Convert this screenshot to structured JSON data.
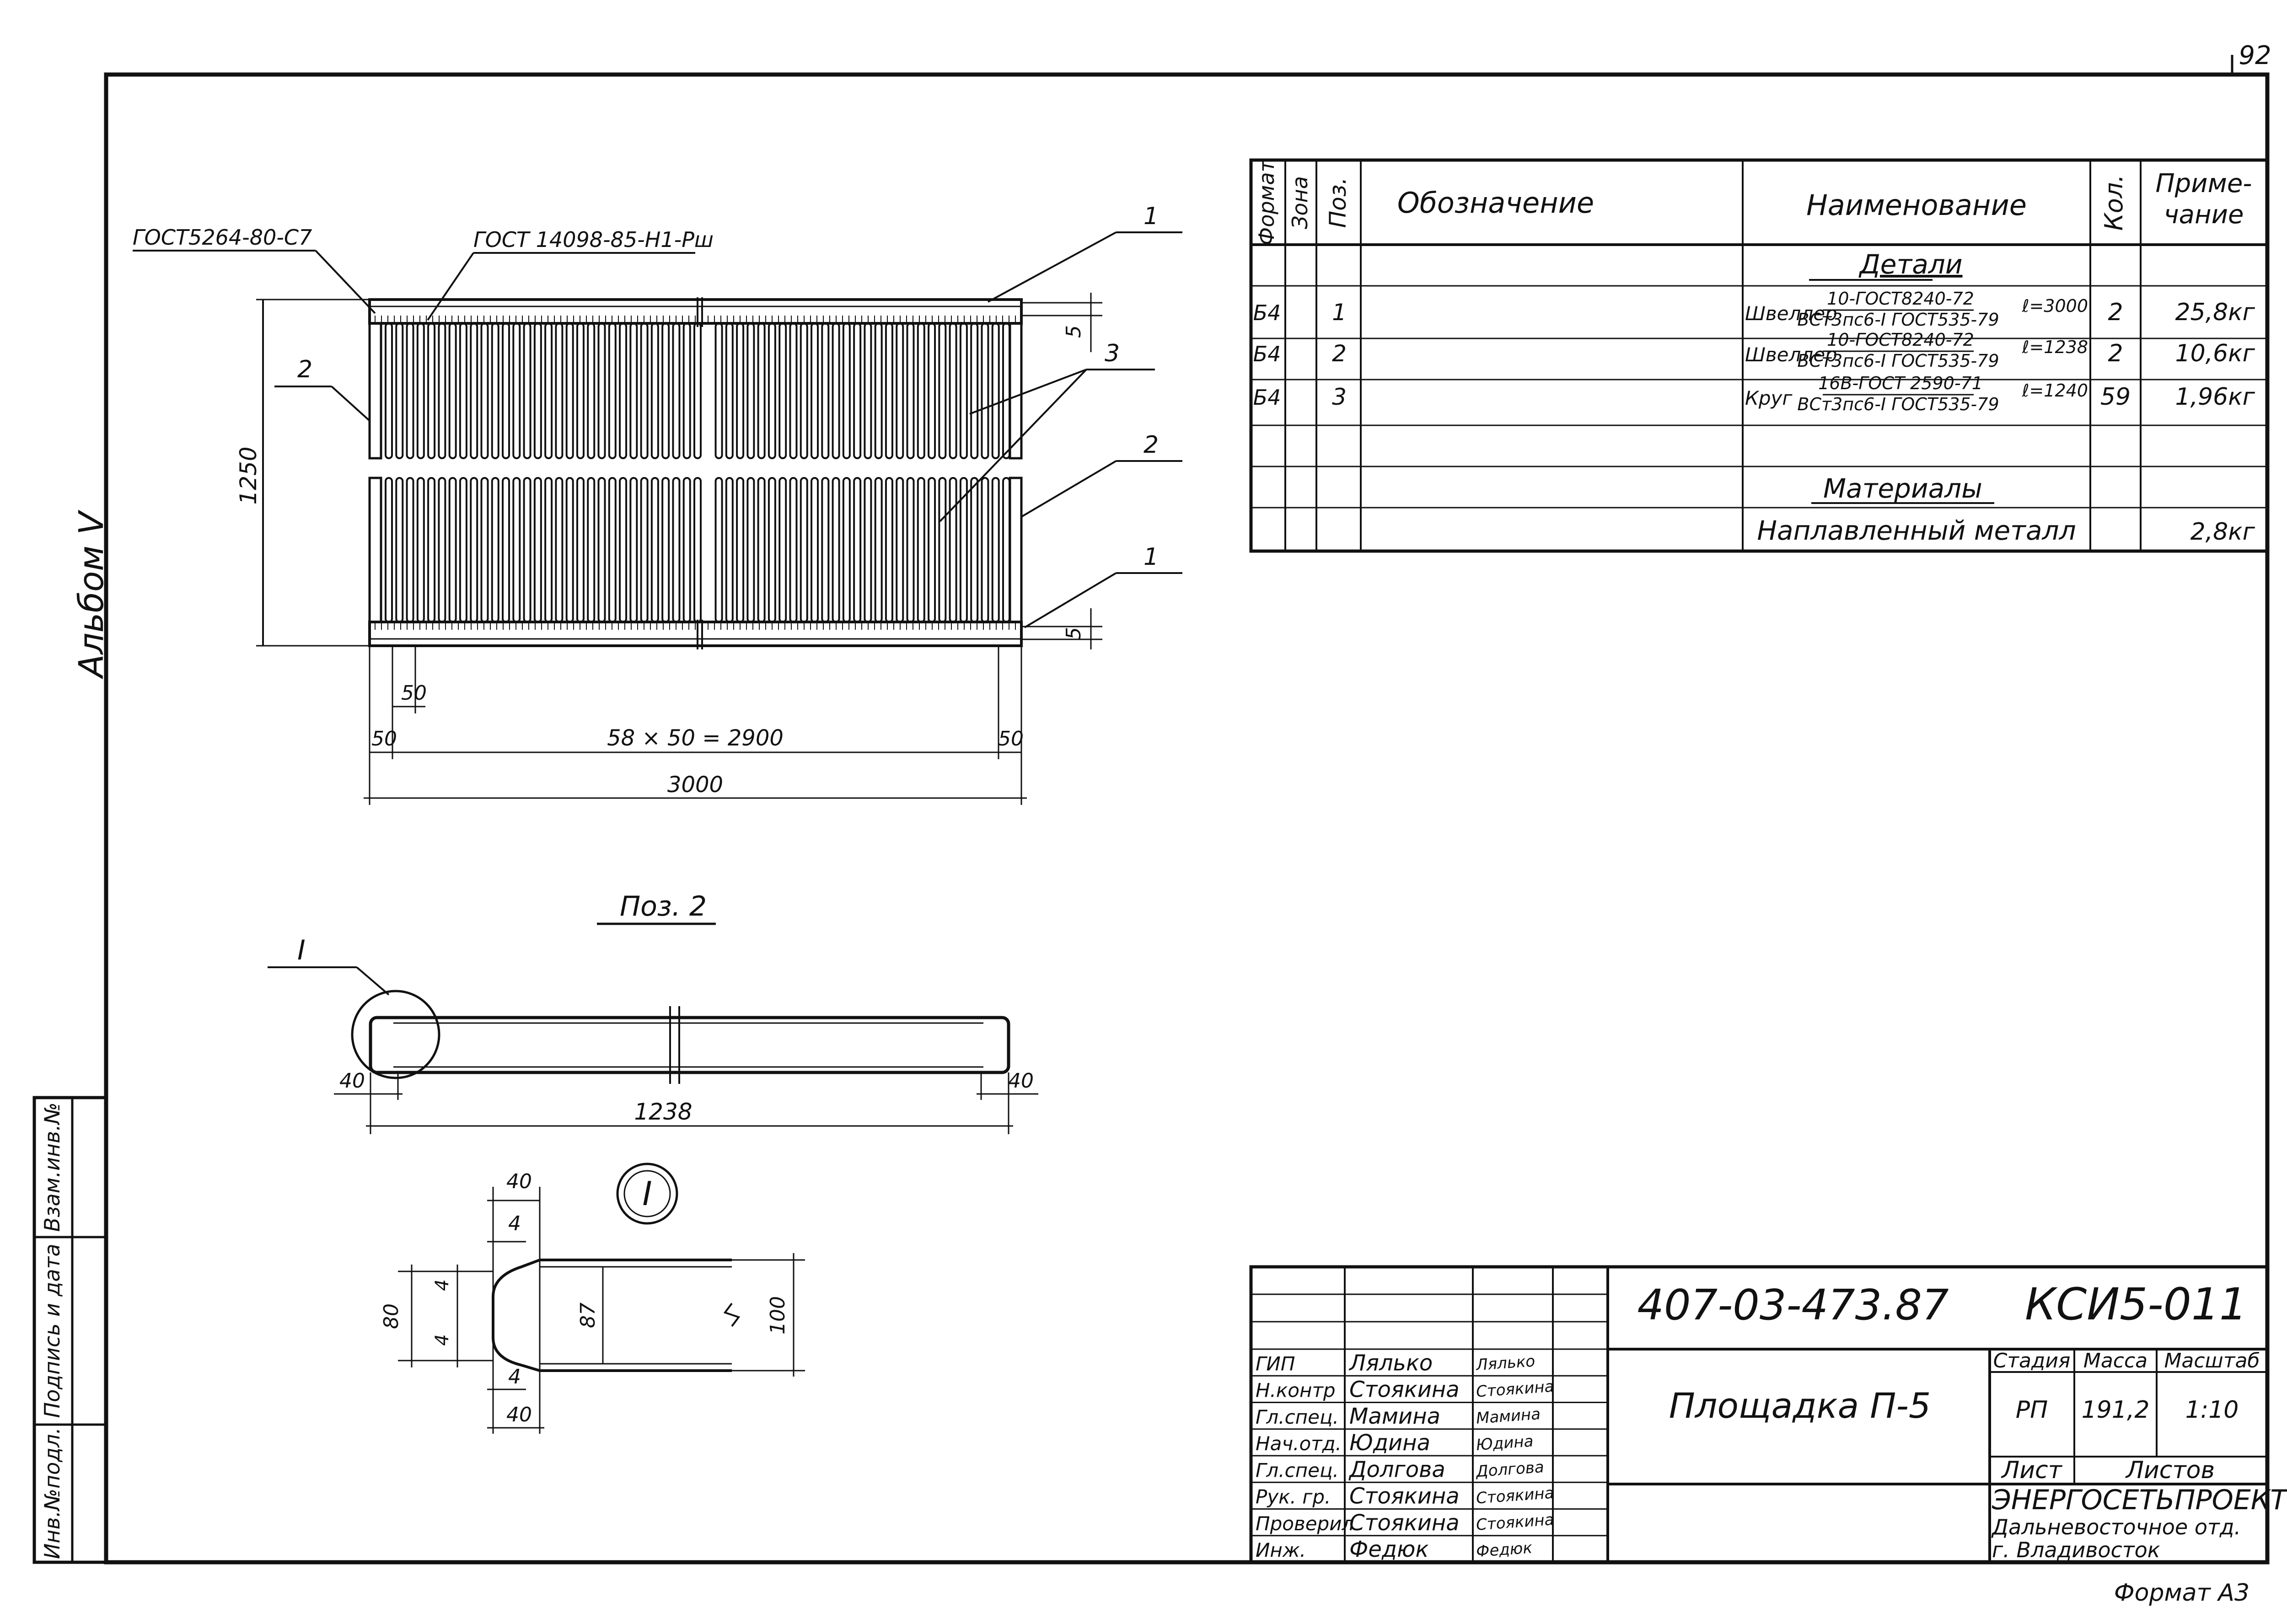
{
  "sheet": {
    "page_number": "92",
    "album": "Альбом V",
    "format_label": "Формат А3"
  },
  "left_strip": {
    "inv_no_sub": "Инв.№подл.",
    "sign_date": "Подпись и дата",
    "replace_inv": "Взам.инв.№"
  },
  "plan_view": {
    "gost_weld_1": "ГОСТ5264-80-С7",
    "gost_weld_2": "ГОСТ 14098-85-Н1-Рш",
    "height_dim": "1250",
    "dim_5_top": "5",
    "dim_5_bottom": "5",
    "dim_50_pitch": "50",
    "dim_50_left": "50",
    "dim_50_right": "50",
    "dim_span": "58 × 50 = 2900",
    "dim_total": "3000",
    "callout_1_top": "1",
    "callout_3": "3",
    "callout_2_left": "2",
    "callout_2_right": "2",
    "callout_1_bottom": "1",
    "bar_count": 59
  },
  "pos2_view": {
    "title": "Поз. 2",
    "detail_mark": "I",
    "dim_40_left": "40",
    "dim_40_right": "40",
    "dim_length": "1238"
  },
  "detail_I": {
    "mark": "I",
    "dim_40_top": "40",
    "dim_4_top": "4",
    "dim_80": "80",
    "dim_4_a": "4",
    "dim_4_b": "4",
    "dim_87": "87",
    "dim_100": "100",
    "dim_4_bottom": "4",
    "dim_40_bottom": "40"
  },
  "spec_table": {
    "headers": {
      "format": "Формат",
      "zone": "Зона",
      "pos": "Поз.",
      "designation": "Обозначение",
      "name": "Наименование",
      "qty": "Кол.",
      "note": "Приме-\nчание"
    },
    "section_details": "Детали",
    "rows": [
      {
        "format": "Б4",
        "pos": "1",
        "name_prefix": "Швеллер",
        "name_top": "10-ГОСТ8240-72",
        "name_bottom": "ВСт3пс6-I ГОСТ535-79",
        "length": "ℓ=3000",
        "qty": "2",
        "note": "25,8кг"
      },
      {
        "format": "Б4",
        "pos": "2",
        "name_prefix": "Швеллер",
        "name_top": "10-ГОСТ8240-72",
        "name_bottom": "ВСт3пс6-I ГОСТ535-79",
        "length": "ℓ=1238",
        "qty": "2",
        "note": "10,6кг"
      },
      {
        "format": "Б4",
        "pos": "3",
        "name_prefix": "Круг",
        "name_top": "16В-ГОСТ 2590-71",
        "name_bottom": "ВСт3пс6-I ГОСТ535-79",
        "length": "ℓ=1240",
        "qty": "59",
        "note": "1,96кг"
      }
    ],
    "section_materials": "Материалы",
    "material_row": {
      "name": "Наплавленный металл",
      "note": "2,8кг"
    }
  },
  "title_block": {
    "doc_code": "407-03-473.87",
    "drawing_code": "КСИ5-011",
    "title": "Площадка П-5",
    "stage_label": "Стадия",
    "mass_label": "Масса",
    "scale_label": "Масштаб",
    "stage": "РП",
    "mass": "191,2",
    "scale": "1:10",
    "sheet_label": "Лист",
    "sheets_label": "Листов",
    "org_1": "ЭНЕРГОСЕТЬПРОЕКТ",
    "org_2": "Дальневосточное отд.",
    "org_3": "г. Владивосток",
    "signatories": [
      {
        "role": "ГИП",
        "name": "Лялько",
        "sign": "Лялько"
      },
      {
        "role": "Н.контр",
        "name": "Стоякина",
        "sign": "Стоякина"
      },
      {
        "role": "Гл.спец.",
        "name": "Мамина",
        "sign": "Мамина"
      },
      {
        "role": "Нач.отд.",
        "name": "Юдина",
        "sign": "Юдина"
      },
      {
        "role": "Гл.спец.",
        "name": "Долгова",
        "sign": "Долгова"
      },
      {
        "role": "Рук. гр.",
        "name": "Стоякина",
        "sign": "Стоякина"
      },
      {
        "role": "Проверил",
        "name": "Стоякина",
        "sign": "Стоякина"
      },
      {
        "role": "Инж.",
        "name": "Федюк",
        "sign": "Федюк"
      }
    ]
  }
}
